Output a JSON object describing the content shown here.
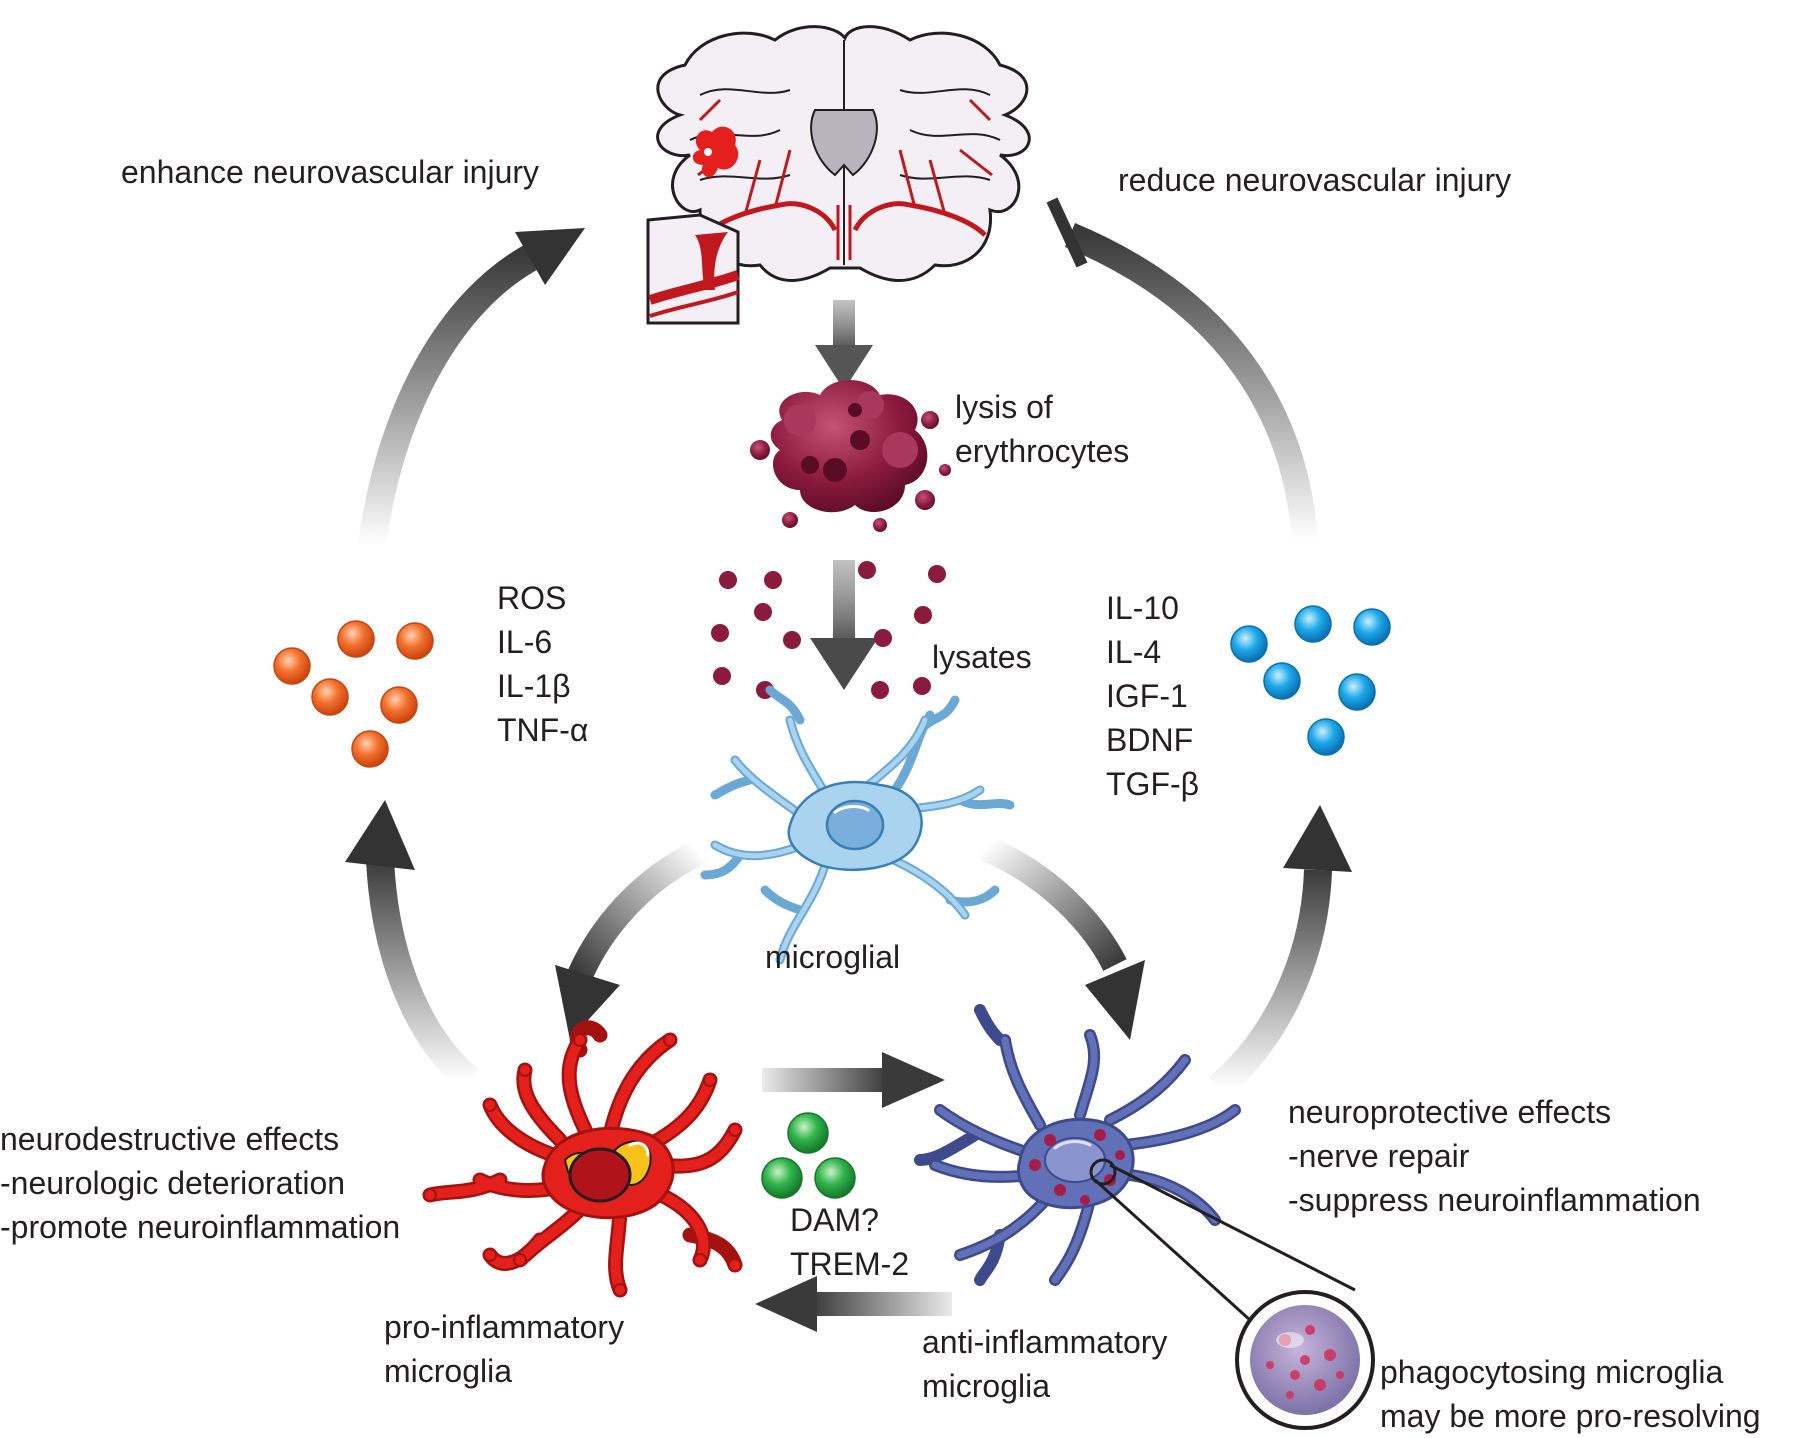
{
  "labels": {
    "enhance": "enhance neurovascular injury",
    "reduce": "reduce neurovascular injury",
    "lysis": [
      "lysis of",
      "erythrocytes"
    ],
    "lysates": "lysates",
    "pro_mediators": [
      "ROS",
      "IL-6",
      "IL-1β",
      "TNF-α"
    ],
    "anti_mediators": [
      "IL-10",
      "IL-4",
      "IGF-1",
      "BDNF",
      "TGF-β"
    ],
    "microglial": "microglial",
    "neurodestructive": [
      "neurodestructive effects",
      "-neurologic deterioration",
      "-promote neuroinflammation"
    ],
    "neuroprotective": [
      "neuroprotective effects",
      "-nerve repair",
      "-suppress neuroinflammation"
    ],
    "dam": [
      "DAM?",
      "TREM-2"
    ],
    "pro_inflammatory": [
      "pro-inflammatory",
      "microglia"
    ],
    "anti_inflammatory": [
      "anti-inflammatory",
      "microglia"
    ],
    "phagocytosing": [
      "phagocytosing microglia",
      "may be more pro-resolving"
    ]
  },
  "colors": {
    "pro_dots": "#f36f2c",
    "anti_dots": "#1da8e8",
    "dam_dots": "#2fb34a",
    "lysate_dots": "#8b1a3f",
    "pro_microglia": "#e3201b",
    "anti_microglia": "#6170b7",
    "resting_microglia": "#a9d3ef",
    "arrow": "#3d3d3d"
  },
  "icons": {
    "brain": "brain-hemorrhage-icon",
    "erythrocyte": "lysing-erythrocyte-icon",
    "resting": "resting-microglia-icon",
    "pro": "pro-inflammatory-microglia-icon",
    "anti": "anti-inflammatory-microglia-icon",
    "phago": "phagocytosis-zoom-icon"
  }
}
